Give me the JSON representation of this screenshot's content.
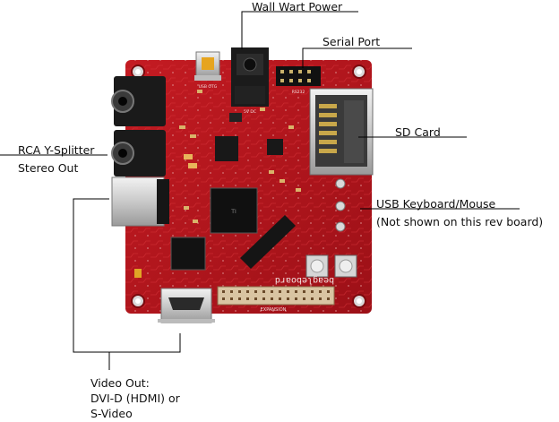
{
  "labels": {
    "power": "Wall Wart Power",
    "serial": "Serial Port",
    "sd": "SD Card",
    "rca_line1": "RCA Y-Splitter",
    "rca_line2": "Stereo Out",
    "usb_line1": "USB Keyboard/Mouse",
    "usb_line2": "(Not shown on this rev board)",
    "video_line1": "Video Out:",
    "video_line2": "DVI-D (HDMI) or",
    "video_line3": "S-Video"
  },
  "silkscreen": {
    "board_name": "beagleboard",
    "expansion": "EXPANSION",
    "usb_otg": "USB OTG",
    "serial": "RS232",
    "power": "5V DC"
  },
  "colors": {
    "board": "#b5141c",
    "board_dark": "#7e0d12",
    "leader": "#000000"
  }
}
